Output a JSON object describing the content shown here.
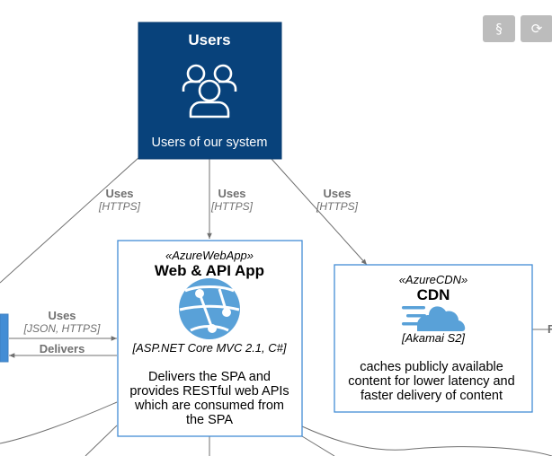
{
  "toolbar": {
    "section_glyph": "§",
    "refresh_glyph": "⟳"
  },
  "users": {
    "title": "Users",
    "description": "Users of our system",
    "icon": "users-icon",
    "fill": "#08427b"
  },
  "webapp": {
    "stereotype": "«AzureWebApp»",
    "title": "Web & API App",
    "technology": "[ASP.NET Core MVC 2.1, C#]",
    "description": [
      "Delivers the SPA and",
      "provides RESTful web APIs",
      "which are consumed from",
      "the SPA"
    ],
    "icon": "azure-webapp-icon",
    "border": "#438dd5"
  },
  "cdn": {
    "stereotype": "«AzureCDN»",
    "title": "CDN",
    "technology": "[Akamai S2]",
    "description": [
      "caches publicly available",
      "content for lower latency and",
      "faster delivery of content"
    ],
    "icon": "azure-cdn-icon",
    "border": "#438dd5"
  },
  "edges": {
    "users_left": {
      "label": "Uses",
      "tech": "[HTTPS]"
    },
    "users_webapp": {
      "label": "Uses",
      "tech": "[HTTPS]"
    },
    "users_cdn": {
      "label": "Uses",
      "tech": "[HTTPS]"
    },
    "spa_webapp": {
      "label": "Uses",
      "tech": "[JSON, HTTPS]"
    },
    "webapp_spa": {
      "label": "Delivers"
    },
    "cdn_right": {
      "label": "F"
    }
  },
  "colors": {
    "edge": "#707070",
    "accent": "#438dd5"
  }
}
